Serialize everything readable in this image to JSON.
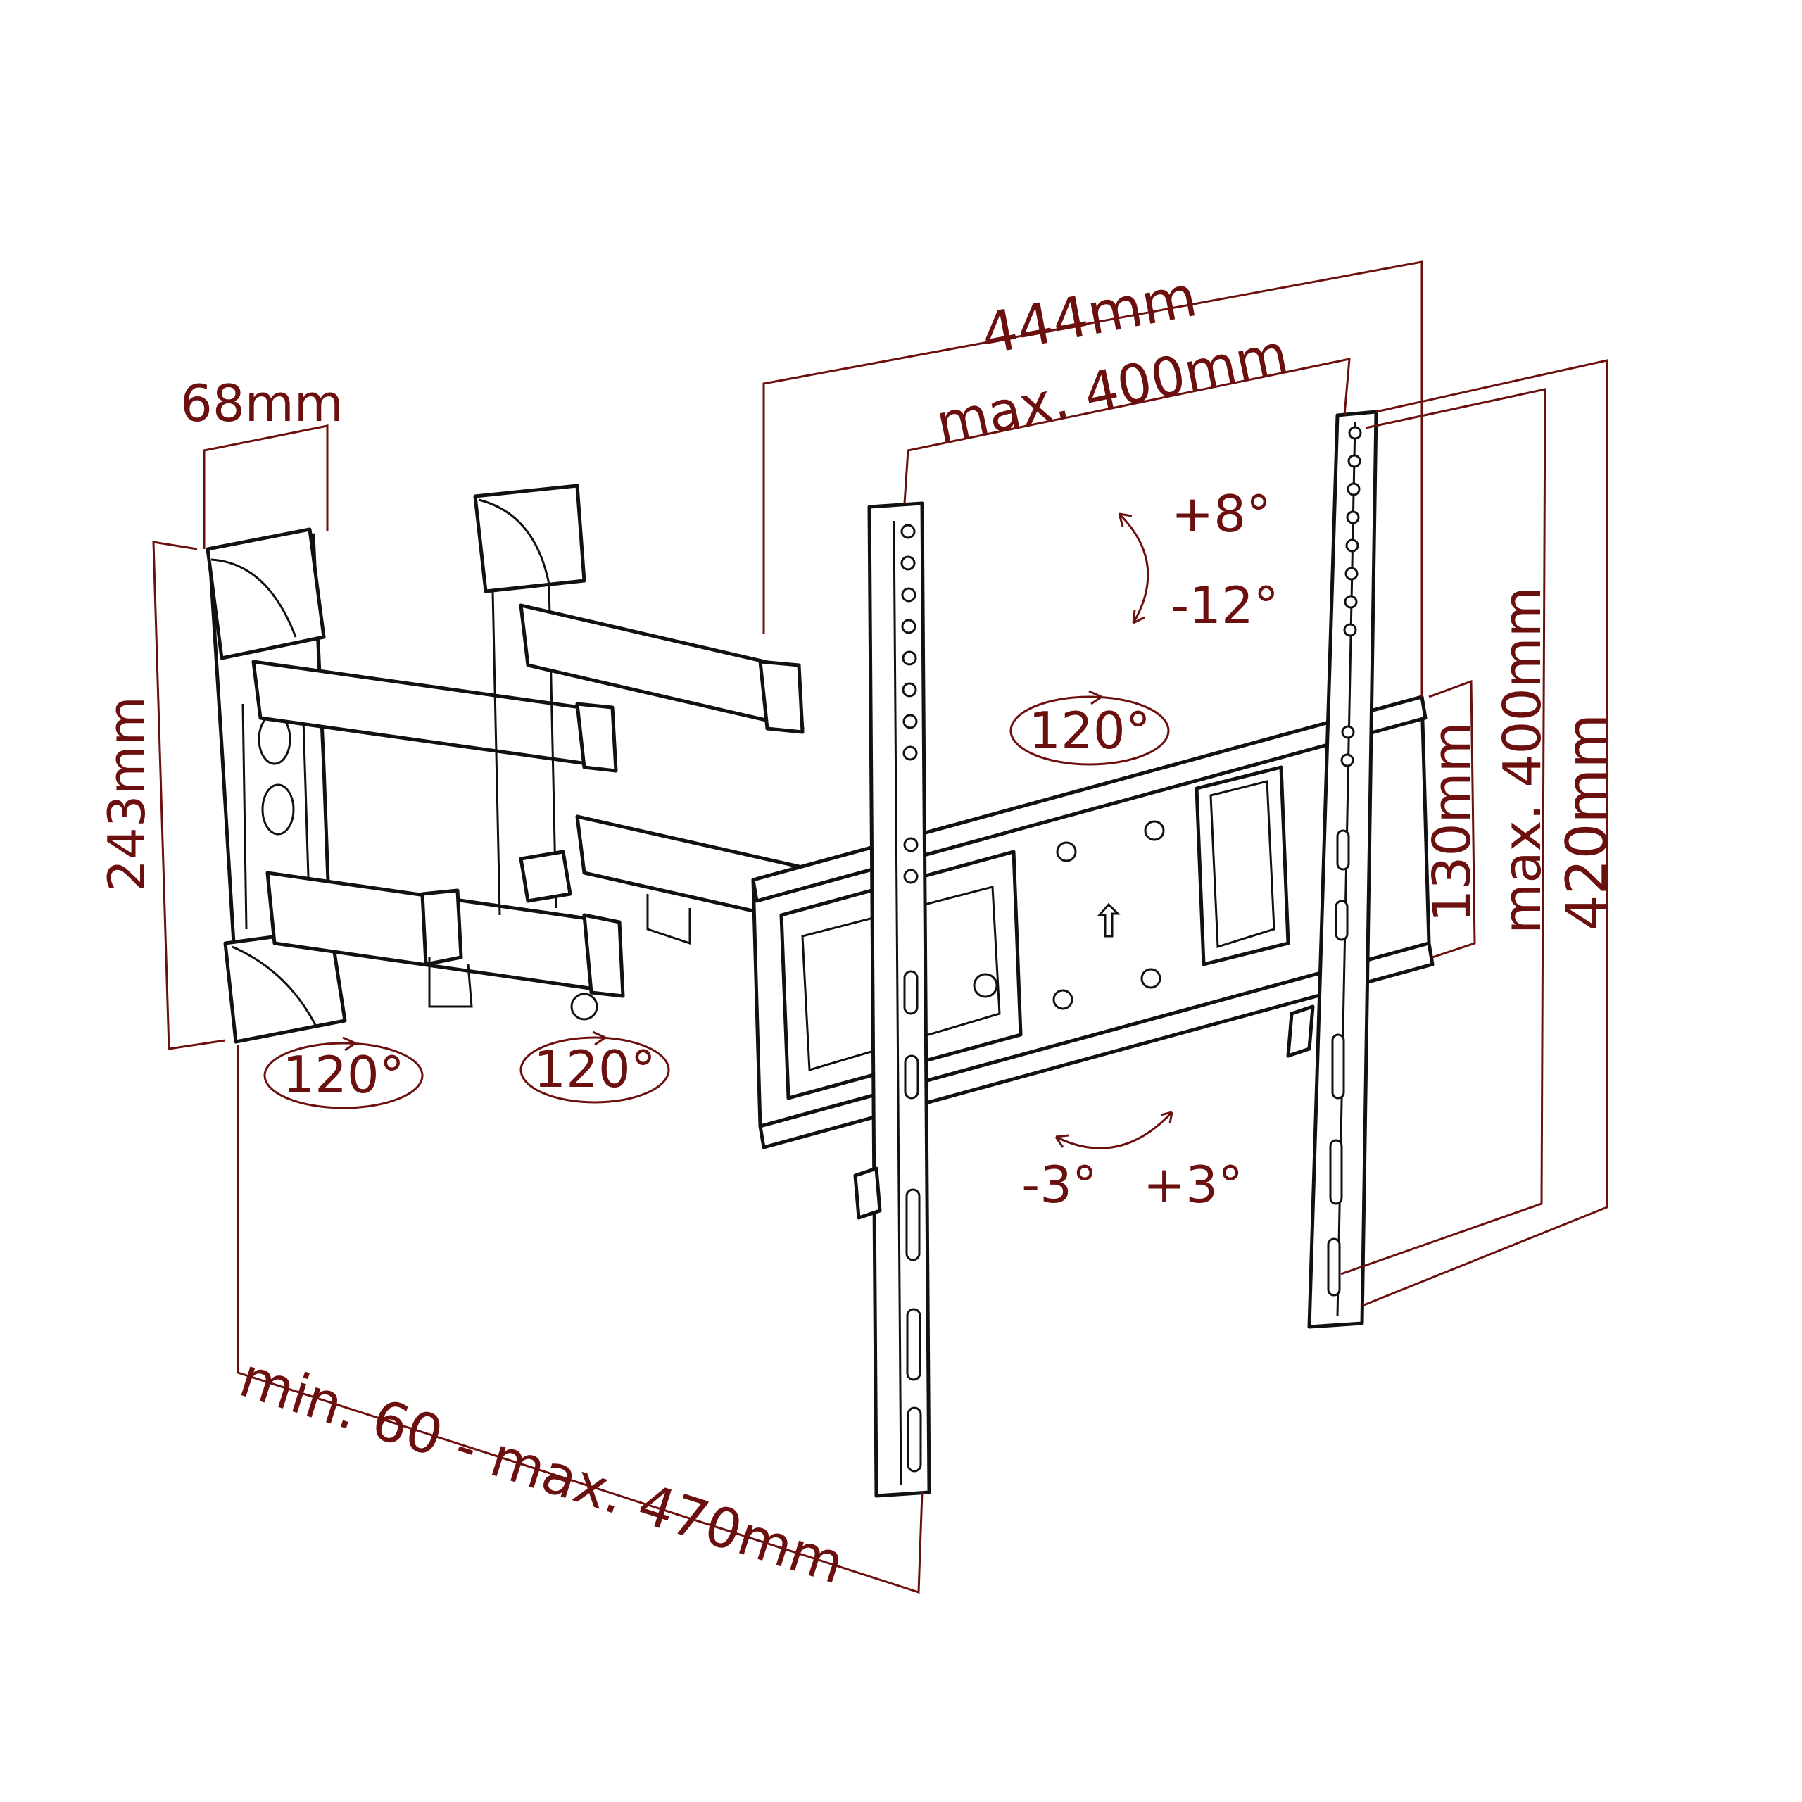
{
  "dimensions": {
    "arm_width": "68mm",
    "wall_plate_height": "243mm",
    "total_width": "444mm",
    "max_hole_width": "max. 400mm",
    "max_hole_height": "max. 400mm",
    "total_height": "420mm",
    "plate_height": "130mm",
    "extension": "min. 60 - max. 470mm"
  },
  "angles": {
    "tilt_up": "+8°",
    "tilt_down": "-12°",
    "swivel_plate": "120°",
    "swivel_wall": "120°",
    "swivel_mid": "120°",
    "level_minus": "-3°",
    "level_plus": "+3°"
  },
  "colors": {
    "annotation": "#6b0f0f",
    "drawing": "#111111"
  }
}
